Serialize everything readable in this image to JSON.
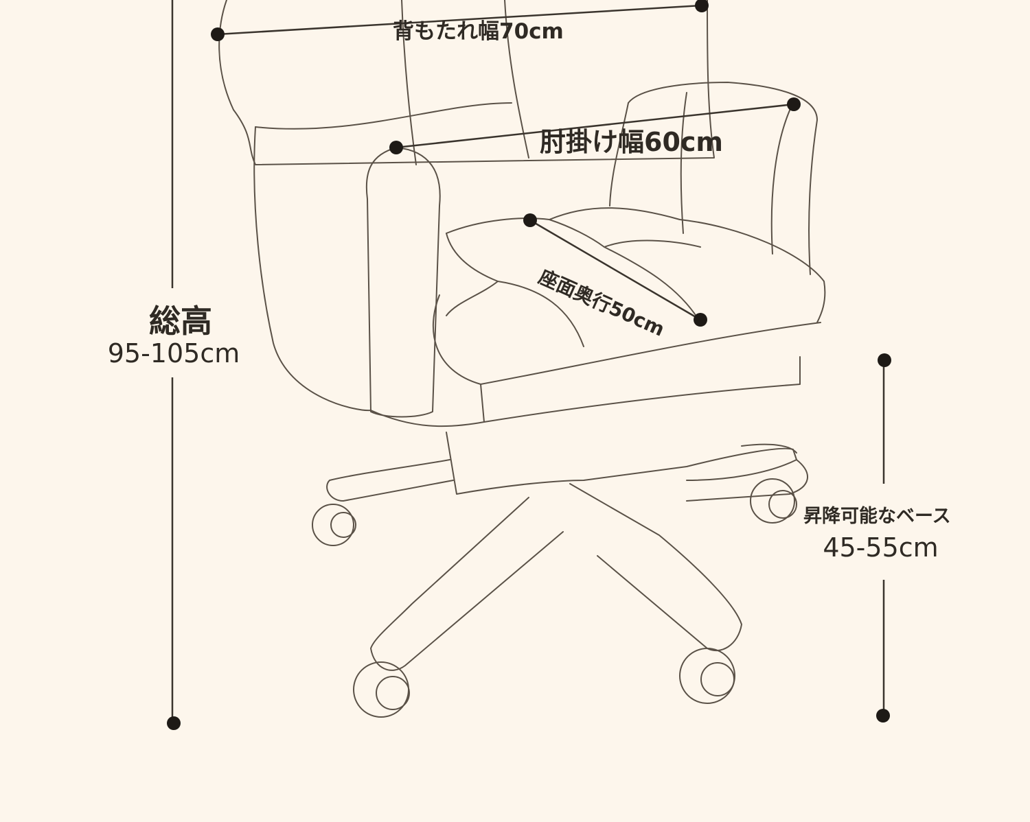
{
  "labels": {
    "backrest_width": "背もたれ幅70cm",
    "armrest_width": "肘掛け幅60cm",
    "seat_depth": "座面奥行50cm",
    "total_height_title": "総高",
    "total_height_value": "95-105cm",
    "base_title": "昇降可能なベース",
    "base_value": "45-55cm"
  },
  "colors": {
    "background": "#fdf6ec",
    "line": "#3a342d",
    "text": "#2f2a24"
  }
}
